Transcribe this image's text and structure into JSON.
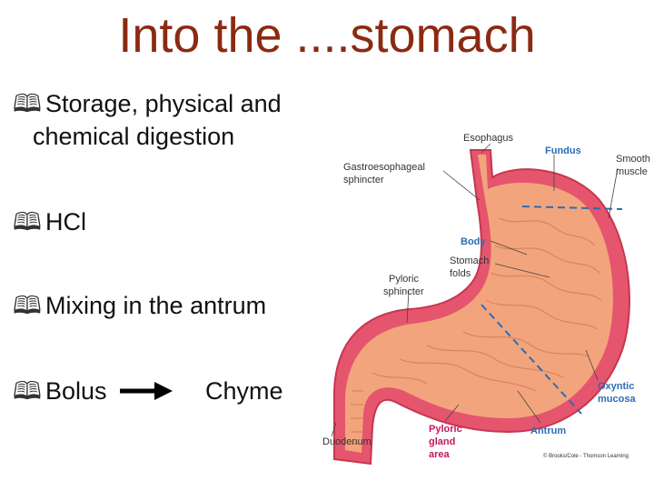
{
  "slide": {
    "title": "Into the ....stomach",
    "bullets": {
      "b1_line1": "Storage, physical and",
      "b1_line2": "chemical digestion",
      "b2": "HCl",
      "b3": "Mixing in the antrum",
      "b4_from": "Bolus",
      "b4_to": "Chyme"
    },
    "bullet_icon": "open-book-icon",
    "title_color": "#8b2a12"
  },
  "diagram": {
    "labels": {
      "esophagus": "Esophagus",
      "fundus": "Fundus",
      "smooth1": "Smooth",
      "smooth2": "muscle",
      "gastro1": "Gastroesophageal",
      "gastro2": "sphincter",
      "body": "Body",
      "folds1": "Stomach",
      "folds2": "folds",
      "pyloric1": "Pyloric",
      "pyloric2": "sphincter",
      "oxyntic1": "Oxyntic",
      "oxyntic2": "mucosa",
      "duodenum": "Duodenum",
      "pgland1": "Pyloric",
      "pgland2": "gland",
      "pgland3": "area",
      "antrum": "Antrum",
      "copyright": "© Brooks/Cole - Thomson Learning"
    },
    "colors": {
      "region_label": "#2a6db5",
      "pyloric_gland": "#c2185b",
      "tissue": "#f2a57c",
      "muscle": "#e5556e"
    }
  }
}
